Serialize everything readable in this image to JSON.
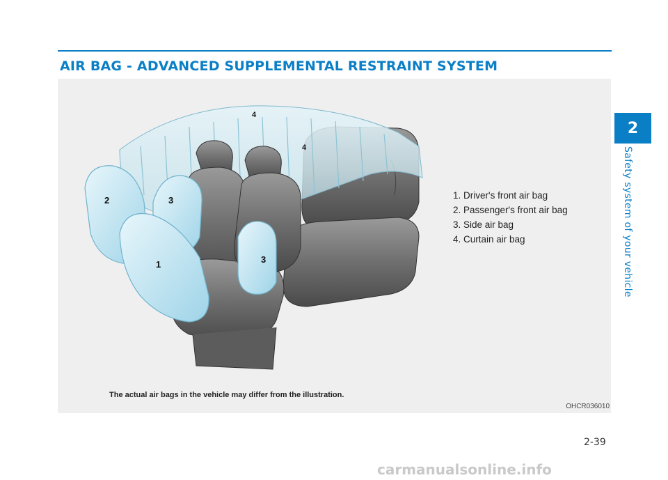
{
  "header": {
    "title": "AIR BAG - ADVANCED SUPPLEMENTAL RESTRAINT SYSTEM"
  },
  "figure": {
    "callouts": {
      "c1": "1",
      "c2": "2",
      "c3a": "3",
      "c3b": "3",
      "c4a": "4",
      "c4b": "4"
    },
    "legend": [
      "1. Driver's front air bag",
      "2. Passenger's front air bag",
      "3. Side air bag",
      "4. Curtain air bag"
    ],
    "caption": "The actual air bags in the vehicle may differ from the illustration.",
    "code": "OHCR036010"
  },
  "sidebar": {
    "chapter_number": "2",
    "chapter_name": "Safety system of your vehicle"
  },
  "footer": {
    "page_number": "2-39",
    "watermark": "carmanualsonline.info"
  },
  "colors": {
    "accent": "#0a7fc6",
    "airbag_fill": "#bfe6f2",
    "panel_bg": "#efefef"
  },
  "icons": {
    "chapter_marker": "chapter-tab"
  }
}
